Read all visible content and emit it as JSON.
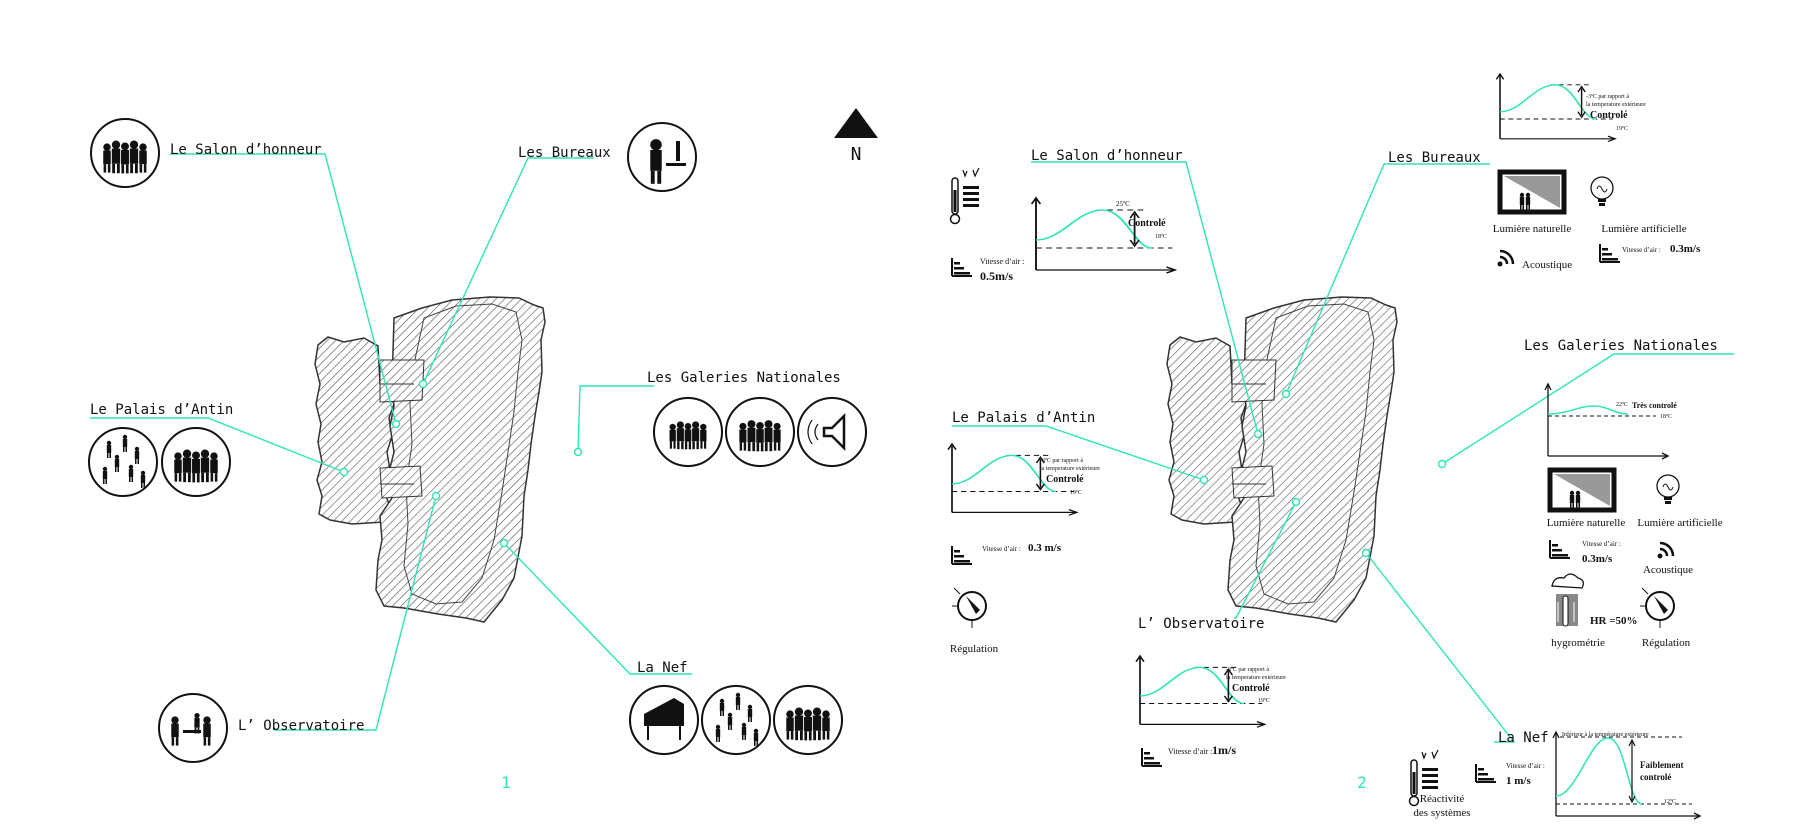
{
  "colors": {
    "accent": "#2ee6b4",
    "ink": "#111111",
    "hatch": "#555555"
  },
  "north": {
    "label": "N"
  },
  "panel1": {
    "number": "1",
    "labels": {
      "salon": "Le Salon d’honneur",
      "bureaux": "Les Bureaux",
      "galeries": "Les Galeries Nationales",
      "palais": "Le Palais d’Antin",
      "observatoire": "L’ Observatoire",
      "nef": "La Nef"
    }
  },
  "panel2": {
    "number": "2",
    "labels": {
      "salon": "Le Salon d’honneur",
      "bureaux": "Les Bureaux",
      "galeries": "Les Galeries Nationales",
      "palais": "Le Palais d’Antin",
      "observatoire": "L’ Observatoire",
      "nef": "La Nef"
    },
    "salon": {
      "air_label": "Vitesse d’air :",
      "air_value": "0.5m/s",
      "top": "25ºC",
      "mid": "Controlé",
      "bottom": "18ºC"
    },
    "bureaux": {
      "note_line1": "-3ºC par rapport à",
      "note_line2": "la temperature extérieure",
      "mid": "Controlé",
      "bottom": "19ºC",
      "natural_light": "Lumière naturelle",
      "artificial_light": "Lumière artificielle",
      "acoustic": "Acoustique",
      "air_label": "Vitesse d’air :",
      "air_value": "0.3m/s"
    },
    "galeries": {
      "top": "22ºC",
      "mid": "Très controlé",
      "bottom": "18ºC",
      "natural_light": "Lumière naturelle",
      "artificial_light": "Lumière artificielle",
      "air_label": "Vitesse d’air :",
      "air_value": "0.3m/s",
      "acoustic": "Acoustique",
      "hr": "HR =50%",
      "hygro": "hygrométrie",
      "regulation": "Régulation"
    },
    "palais": {
      "note_line1": "-3ºC par rapport à",
      "note_line2": "la temperature extérieure",
      "mid": "Controlé",
      "bottom": "19ºC",
      "air_label": "Vitesse d’air :",
      "air_value": "0.3 m/s",
      "regulation": "Régulation"
    },
    "observatoire": {
      "note_line1": "-3ºC par rapport à",
      "note_line2": "la temperature extérieure",
      "mid": "Controlé",
      "bottom": "19ºC",
      "air_label": "Vitesse d’air :",
      "air_value": "1m/s"
    },
    "nef": {
      "note": "Inférieur à la température extérieure",
      "mid1": "Faiblement",
      "mid2": "controlé",
      "bottom": "12ºC",
      "air_label": "Vitesse d’air :",
      "air_value": "1 m/s",
      "react1": "Réactivité",
      "react2": "des systèmes"
    }
  }
}
